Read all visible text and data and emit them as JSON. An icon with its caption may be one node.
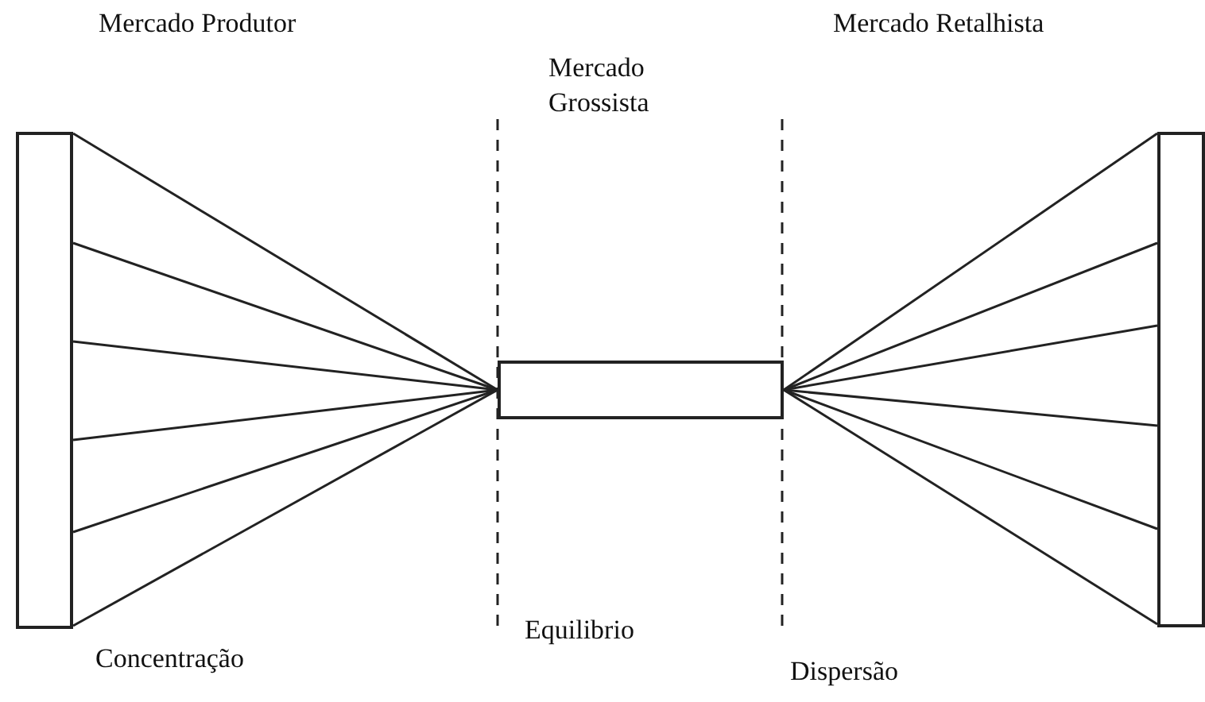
{
  "diagram": {
    "nodes": [
      {
        "text": [],
        "shape": "bar"
      },
      {
        "text": [],
        "shape": "box"
      },
      {
        "text": [],
        "shape": "bar"
      }
    ],
    "edges": [
      {
        "from": 0,
        "to": 1,
        "arrow": "none"
      },
      {
        "from": 0,
        "to": 1,
        "arrow": "none"
      },
      {
        "from": 0,
        "to": 1,
        "arrow": "none"
      },
      {
        "from": 0,
        "to": 1,
        "arrow": "none"
      },
      {
        "from": 0,
        "to": 1,
        "arrow": "none"
      },
      {
        "from": 0,
        "to": 1,
        "arrow": "none"
      },
      {
        "from": 1,
        "to": 2,
        "arrow": "none"
      },
      {
        "from": 1,
        "to": 2,
        "arrow": "none"
      },
      {
        "from": 1,
        "to": 2,
        "arrow": "none"
      },
      {
        "from": 1,
        "to": 2,
        "arrow": "none"
      },
      {
        "from": 1,
        "to": 2,
        "arrow": "none"
      },
      {
        "from": 1,
        "to": 2,
        "arrow": "none"
      }
    ],
    "labels": [
      "Mercado Produtor",
      "Mercado Grossista",
      "Mercado Retalhista",
      "Concentração",
      "Equilibrio",
      "Dispersão"
    ]
  }
}
